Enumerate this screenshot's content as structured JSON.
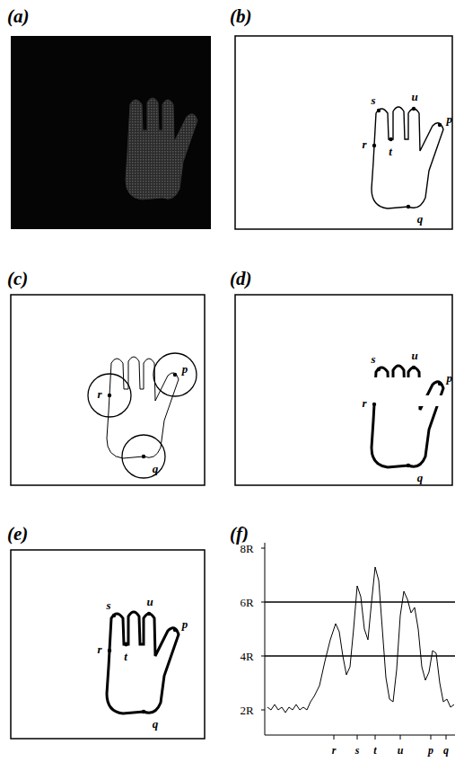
{
  "diagram": {
    "nodes": [
      {
        "text": [
          "(a)"
        ]
      },
      {
        "text": [
          "(b)"
        ]
      },
      {
        "text": [
          "(c)"
        ]
      },
      {
        "text": [
          "(d)"
        ]
      },
      {
        "text": [
          "(e)"
        ]
      },
      {
        "text": [
          "(f)"
        ]
      }
    ],
    "labels": [
      "s",
      "u",
      "p",
      "r",
      "t",
      "q",
      "r",
      "p",
      "q",
      "s",
      "u",
      "p",
      "r",
      "q",
      "s",
      "u",
      "p",
      "r",
      "t",
      "q",
      "8R",
      "6R",
      "4R",
      "2R",
      "r",
      "s",
      "t",
      "u",
      "p",
      "q"
    ]
  }
}
